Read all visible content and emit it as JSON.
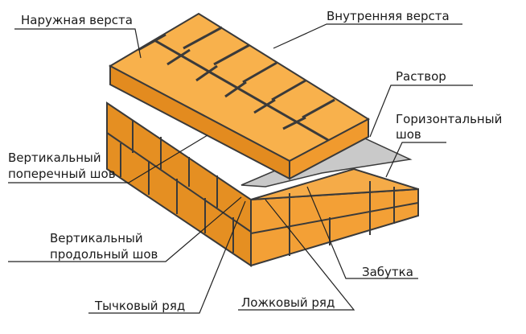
{
  "colors": {
    "brick_face": "#f6a43a",
    "brick_top": "#f9b451",
    "brick_side": "#e08a1e",
    "mortar": "#3a3a3a",
    "mortar_bed": "#c9c9c9",
    "leader": "#222222"
  },
  "labels": {
    "outer_course": "Наружная верста",
    "inner_course": "Внутренняя верста",
    "mortar": "Раствор",
    "horizontal_joint_1": "Горизонтальный",
    "horizontal_joint_2": "шов",
    "vertical_cross_joint_1": "Вертикальный",
    "vertical_cross_joint_2": "поперечный шов",
    "vertical_long_joint_1": "Вертикальный",
    "vertical_long_joint_2": "продольный шов",
    "rubble_fill": "Забутка",
    "header_course": "Тычковый ряд",
    "stretcher_course": "Ложковый ряд"
  }
}
